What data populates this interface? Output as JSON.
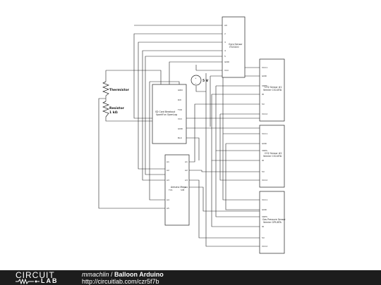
{
  "components": {
    "gyro": {
      "label": "Gyro Sensor",
      "part": "ITG3200",
      "pins": [
        "A0",
        "2",
        "3",
        "4",
        "5",
        "GND",
        "VCC"
      ]
    },
    "sd": {
      "label": "SD Card Breakout",
      "part": "SparkFun OpenLog",
      "pins": [
        "GRN",
        "RXI",
        "TXO",
        "VCC",
        "GND",
        "BLK"
      ]
    },
    "sensor1": {
      "label": "CO2 Sensor #1",
      "part": "Vernier CO2-BTA",
      "pins": [
        "VCC1",
        "GND",
        "VRES",
        "ID",
        "5V",
        "VCC2"
      ]
    },
    "sensor2": {
      "label": "CO2 Sensor #2",
      "part": "Vernier CO2-BTA",
      "pins": [
        "VCC1",
        "GND",
        "VRES",
        "ID",
        "5V",
        "VCC2"
      ]
    },
    "sensor3": {
      "label": "Gas Pressure Sensor",
      "part": "Vernier GPS-BTA",
      "pins": [
        "VCC1",
        "GND",
        "VRES",
        "ID",
        "5V",
        "VCC2"
      ]
    },
    "arduino": {
      "label": "Arduino Mega",
      "left_sub": "TX1",
      "right_sub": "SIM",
      "left_pins": [
        "A1",
        "A2",
        "A3",
        "A4",
        "A5"
      ],
      "right_pins": [
        "A1",
        "A2",
        "A3",
        "A4"
      ]
    },
    "thermistor": {
      "label": "Thermistor"
    },
    "resistor": {
      "label": "Resistor",
      "value": "1 kΩ"
    },
    "supply": {
      "label": "5 V"
    }
  },
  "footer": {
    "logo_top": "CIRCUIT",
    "logo_bottom": "LAB",
    "author": "mmachlin",
    "separator": " / ",
    "title": "Balloon Arduino",
    "url": "http://circuitlab.com/czr5f7b"
  }
}
